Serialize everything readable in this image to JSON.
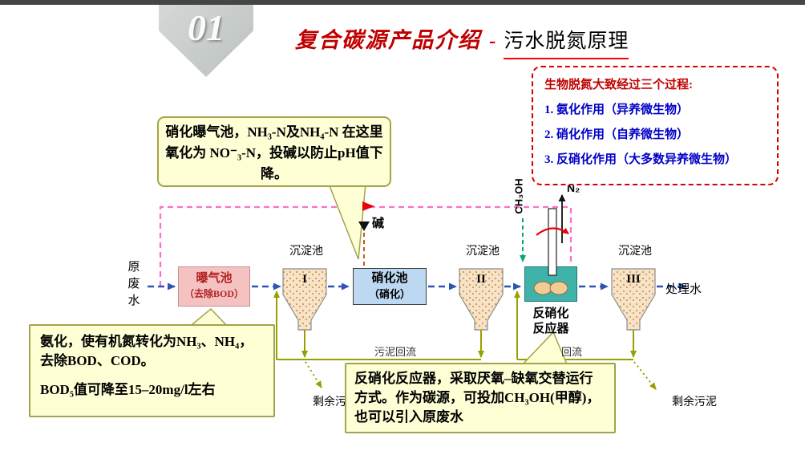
{
  "slide": {
    "section_number": "01",
    "title_main": "复合碳源产品介绍",
    "title_dash": "-",
    "title_sub": "污水脱氮原理"
  },
  "info_box": {
    "header": "生物脱氮大致经过三个过程:",
    "items": [
      "1. 氨化作用（异养微生物）",
      "2. 硝化作用（自养微生物）",
      "3. 反硝化作用（大多数异养微生物）"
    ]
  },
  "callouts": {
    "nitrification": "硝化曝气池，NH₃-N及NH₄-N 在这里氧化为 NO⁻₃-N，投碱以防止pH值下降。",
    "ammonification_p1": "氨化，使有机氮转化为NH₃、NH₄，去除BOD、COD。",
    "ammonification_p2": "BOD₅值可降至15–20mg/l左右",
    "denitrification": "反硝化反应器，采取厌氧–缺氧交替运行方式。作为碳源，可投加CH₃OH(甲醇)，也可以引入原废水"
  },
  "diagram": {
    "influent": "原废水",
    "effluent": "处理水",
    "aeration_line1": "曝气池",
    "aeration_line2": "（去除BOD）",
    "nitrify_line1": "硝化池",
    "nitrify_line2": "（硝化）",
    "reactor_line1": "反硝化",
    "reactor_line2": "反应器",
    "settling_tank_label": "沉淀池",
    "settling_numerals": [
      "I",
      "II",
      "III"
    ],
    "alkali": "碱",
    "methanol": "CH₃OH",
    "nitrogen_gas": "N₂",
    "sludge_return": "污泥回流",
    "sludge_return_short": "回流",
    "excess_sludge": "剩余污泥"
  },
  "colors": {
    "accent_red": "#C00000",
    "underline_red": "#FF0000",
    "info_item_blue": "#0000C8",
    "flow_blue": "#2F55B4",
    "recycle_pink": "#FF6EC7",
    "sludge_olive": "#97A000",
    "methanol_green": "#00A878",
    "alkali_orange": "#C55A11",
    "reactor_teal": "#3FB3AA",
    "aeration_pink": "#F5C2C2",
    "nitrify_blue": "#BDD9F2",
    "callout_yellow": "#FFFFD6",
    "callout_border_olive": "#A3A34A"
  }
}
